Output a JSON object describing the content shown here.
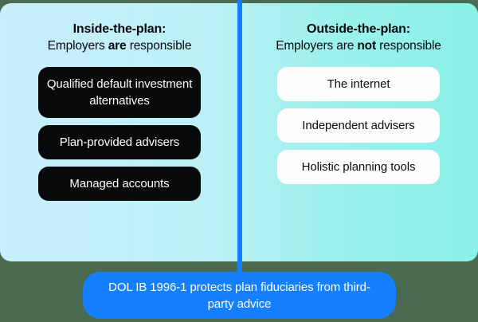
{
  "colors": {
    "page_background": "#4a6b52",
    "panel_left": "#c9eefc",
    "panel_right": "#8af0e8",
    "divider": "#1580ff",
    "banner": "#1580ff",
    "card_dark": "#08090b",
    "card_light": "#fdfdfd"
  },
  "left_panel": {
    "heading_title": "Inside-the-plan:",
    "heading_line_prefix": "Employers ",
    "heading_line_emphasis": "are",
    "heading_line_suffix": " responsible",
    "items": [
      {
        "label": "Qualified default investment alternatives"
      },
      {
        "label": "Plan-provided advisers"
      },
      {
        "label": "Managed accounts"
      }
    ]
  },
  "right_panel": {
    "heading_title": "Outside-the-plan:",
    "heading_line_prefix": "Employers are ",
    "heading_line_emphasis": "not",
    "heading_line_suffix": " responsible",
    "items": [
      {
        "label": "The internet"
      },
      {
        "label": "Independent advisers"
      },
      {
        "label": "Holistic planning tools"
      }
    ]
  },
  "banner": {
    "text": "DOL IB 1996-1 protects plan fiduciaries from third-party advice"
  }
}
